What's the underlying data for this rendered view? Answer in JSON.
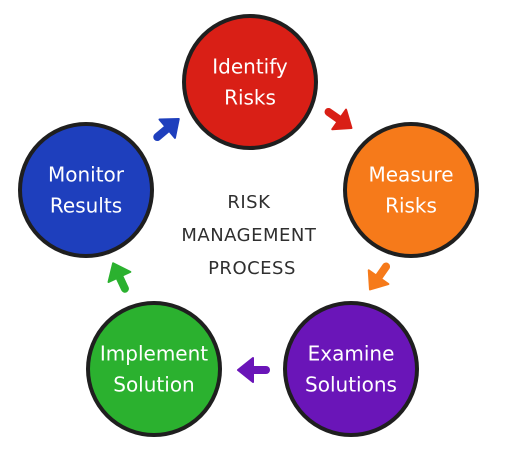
{
  "center": {
    "lines": [
      "RISK",
      "MANAGEMENT",
      "PROCESS"
    ],
    "color": "#2f2f2f"
  },
  "steps": [
    {
      "name": "identify-risks-node",
      "lines": [
        "Identify",
        "Risks"
      ],
      "color": "#d91f16"
    },
    {
      "name": "measure-risks-node",
      "lines": [
        "Measure",
        "Risks"
      ],
      "color": "#f67a1a"
    },
    {
      "name": "examine-solutions-node",
      "lines": [
        "Examine",
        "Solutions"
      ],
      "color": "#6a15b8"
    },
    {
      "name": "implement-solution-node",
      "lines": [
        "Implement",
        "Solution"
      ],
      "color": "#2bb12f"
    },
    {
      "name": "monitor-results-node",
      "lines": [
        "Monitor",
        "Results"
      ],
      "color": "#1e3fbd"
    }
  ],
  "node_border_color": "#1f1f1f",
  "arrows": [
    {
      "name": "arrow-identify-to-measure-icon",
      "color": "#d91f16"
    },
    {
      "name": "arrow-measure-to-examine-icon",
      "color": "#f67a1a"
    },
    {
      "name": "arrow-examine-to-implement-icon",
      "color": "#6a15b8"
    },
    {
      "name": "arrow-implement-to-monitor-icon",
      "color": "#2bb12f"
    },
    {
      "name": "arrow-monitor-to-identify-icon",
      "color": "#1e3fbd"
    }
  ]
}
